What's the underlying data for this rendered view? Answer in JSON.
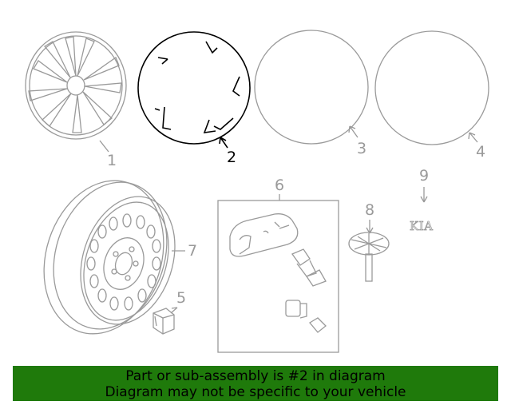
{
  "callouts": {
    "c1": "1",
    "c2": "2",
    "c3": "3",
    "c4": "4",
    "c5": "5",
    "c6": "6",
    "c7": "7",
    "c8": "8",
    "c9": "9"
  },
  "emblem_text": "KIA",
  "banner": {
    "line1": "Part or sub-assembly is #2 in diagram",
    "line2": "Diagram may not be specific to your vehicle"
  },
  "colors": {
    "banner_bg": "#1f7a0b",
    "line_gray": "#9a9a9a",
    "highlight": "#000000"
  }
}
